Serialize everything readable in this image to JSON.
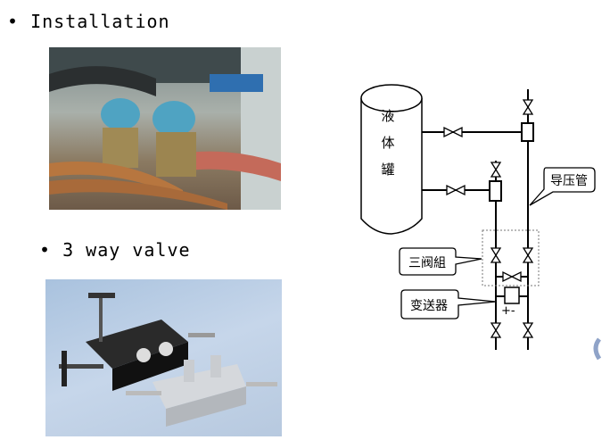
{
  "slide": {
    "bullets": [
      {
        "text": "• Installation"
      },
      {
        "text": "• 3 way valve"
      }
    ],
    "photos": {
      "installation": "installation-photo",
      "valve": "three-way-valve-photo"
    },
    "diagram": {
      "tank_label": [
        "液",
        "体",
        "罐"
      ],
      "impulse_pipe_label": "导压管",
      "valve_manifold_label": "三阀組",
      "transmitter_label": "变送器",
      "polarity_label": "+-"
    }
  }
}
